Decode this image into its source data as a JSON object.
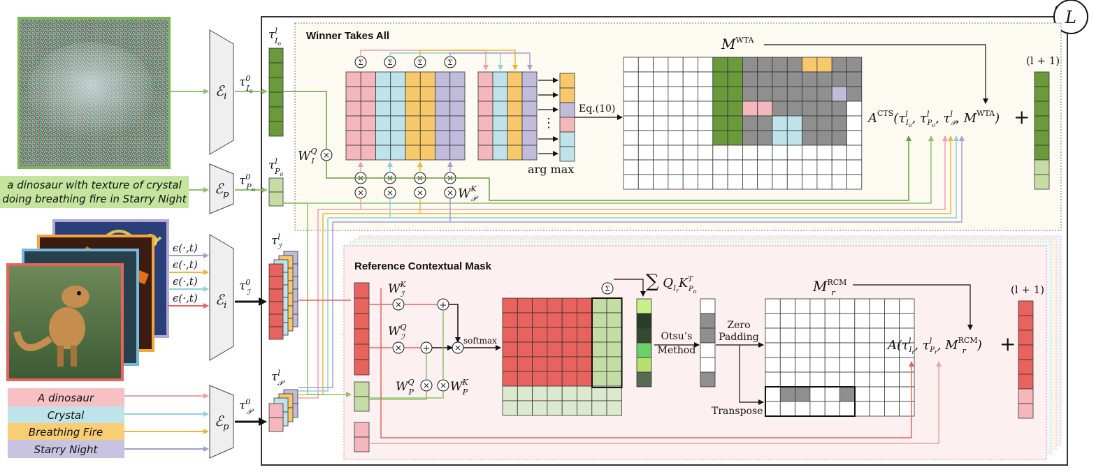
{
  "input_prompt": {
    "line1": "a dinosaur with texture of crystal",
    "line2": "doing breathing fire in Starry Night"
  },
  "concept_labels": [
    "A dinosaur",
    "Crystal",
    "Breathing Fire",
    "Starry Night"
  ],
  "noise_labels": [
    "ϵ(·,t)",
    "ϵ(·,t)",
    "ϵ(·,t)",
    "ϵ(·,t)"
  ],
  "encoders": {
    "image_encoder": "ℰ",
    "image_sub": "i",
    "prompt_encoder": "ℰ",
    "prompt_sub": "p"
  },
  "tokens": {
    "tau": "τ",
    "zero": "0",
    "layer": "l",
    "sub_io": "I",
    "sub_io_o": "o",
    "sub_po": "P",
    "sub_po_o": "o",
    "sub_I": "ℐ",
    "sub_P": "𝒫"
  },
  "wta": {
    "title": "Winner Takes All",
    "sigma": "Σ",
    "times": "×",
    "argmax": "arg max",
    "eq": "Eq.(10)",
    "dots": "⋮",
    "mask_label": "M",
    "mask_sup": "WTA",
    "wq": "W",
    "wq_sup": "Q",
    "wq_sub": "I",
    "wk": "W",
    "wk_sup": "K",
    "wk_sub": "𝒫",
    "formula_A": "A",
    "formula_sup": "CTS",
    "formula_args": "(τ",
    "plus": "+",
    "next_layer": "(l + 1)"
  },
  "rcm": {
    "title": "Reference Contextual Mask",
    "wk_I": "W",
    "wq_I": "W",
    "wq_P": "W",
    "wk_P": "W",
    "sup_K": "K",
    "sup_Q": "Q",
    "sub_I": "ℐ",
    "sub_P": "P",
    "softmax": "softmax",
    "sum_expr": "∑ Q",
    "sum_sub": "I",
    "sum_sub_r": "r",
    "sum_K": "K",
    "sum_T": "T",
    "sum_Ksub": "P",
    "sum_Ksub_o": "o",
    "otsu1": "Otsu’s",
    "otsu2": "Method",
    "zero1": "Zero",
    "zero2": "Padding",
    "transpose": "Transpose",
    "mask_label": "M",
    "mask_sub": "r",
    "mask_sup": "RCM",
    "formula_A": "A",
    "plus": "+",
    "next_layer": "(l + 1)"
  },
  "loop_label": "L",
  "colors": {
    "green_dark": "#6a9a3a",
    "green_light": "#c5dda5",
    "pink": "#f4b7bb",
    "cyan": "#bfe3ea",
    "yellow": "#f7c96a",
    "purple": "#c2bcdc",
    "red": "#e8625e",
    "gray": "#8f8f8f",
    "wta_bg": "#fdfbf1",
    "rcm_bg": "#fdf0f0"
  }
}
